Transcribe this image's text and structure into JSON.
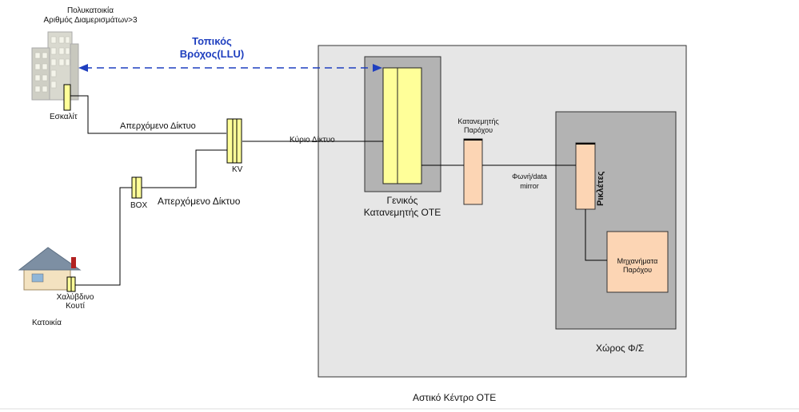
{
  "building": {
    "title_line1": "Πολυκατοικία",
    "title_line2": "Αριθμός Διαμερισμάτων>3",
    "escalit_label": "Εσκαλίτ"
  },
  "house": {
    "box_label_line1": "Χαλύβδινο",
    "box_label_line2": "Κουτί",
    "house_label": "Κατοικία"
  },
  "network": {
    "llu_line1": "Τοπικός",
    "llu_line2": "Βρόχος(LLU)",
    "secondary_net_top": "Απερχόμενο Δίκτυο",
    "secondary_net_bottom": "Απερχόμενο Δίκτυο",
    "main_net": "Κύριο Δίκτυο",
    "kv_label": "KV",
    "box_label": "BOX"
  },
  "central_office": {
    "title": "Αστικό Κέντρο ΟΤΕ",
    "mdf_line1": "Γενικός",
    "mdf_line2": "Κατανεμητής ΟΤΕ",
    "provider_dist_line1": "Κατανεμητής",
    "provider_dist_line2": "Παρόχου",
    "voice_data_line1": "Φωνή/data",
    "voice_data_line2": "mirror",
    "colocation_label": "Χώρος Φ/Σ",
    "racks_label": "Ρικλέτες",
    "equipment_line1": "Μηχανήματα",
    "equipment_line2": "Παρόχου"
  },
  "colors": {
    "yellow": "#ffff99",
    "peach": "#fcd5b4",
    "gray_bg": "#e6e6e6",
    "gray_mid": "#b3b3b3",
    "llu_blue": "#1f3fbf"
  }
}
